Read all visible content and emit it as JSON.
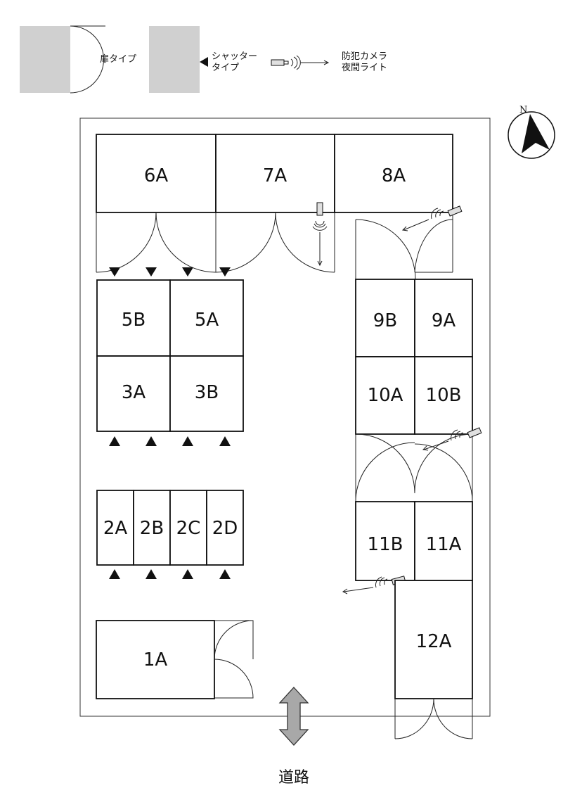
{
  "legend": {
    "door_type": "扉タイプ",
    "shutter_type_line1": "シャッター",
    "shutter_type_line2": "タイプ",
    "camera_line1": "防犯カメラ",
    "camera_line2": "夜間ライト"
  },
  "compass": {
    "north_label": "N"
  },
  "road_label": "道路",
  "units": [
    "6A",
    "7A",
    "8A",
    "5B",
    "5A",
    "3A",
    "3B",
    "9B",
    "9A",
    "10A",
    "10B",
    "2A",
    "2B",
    "2C",
    "2D",
    "11B",
    "11A",
    "12A",
    "1A"
  ],
  "colors": {
    "legend_gray": "#d0d0d0",
    "arrow_gray": "#a8a8a8",
    "line": "#111111"
  }
}
